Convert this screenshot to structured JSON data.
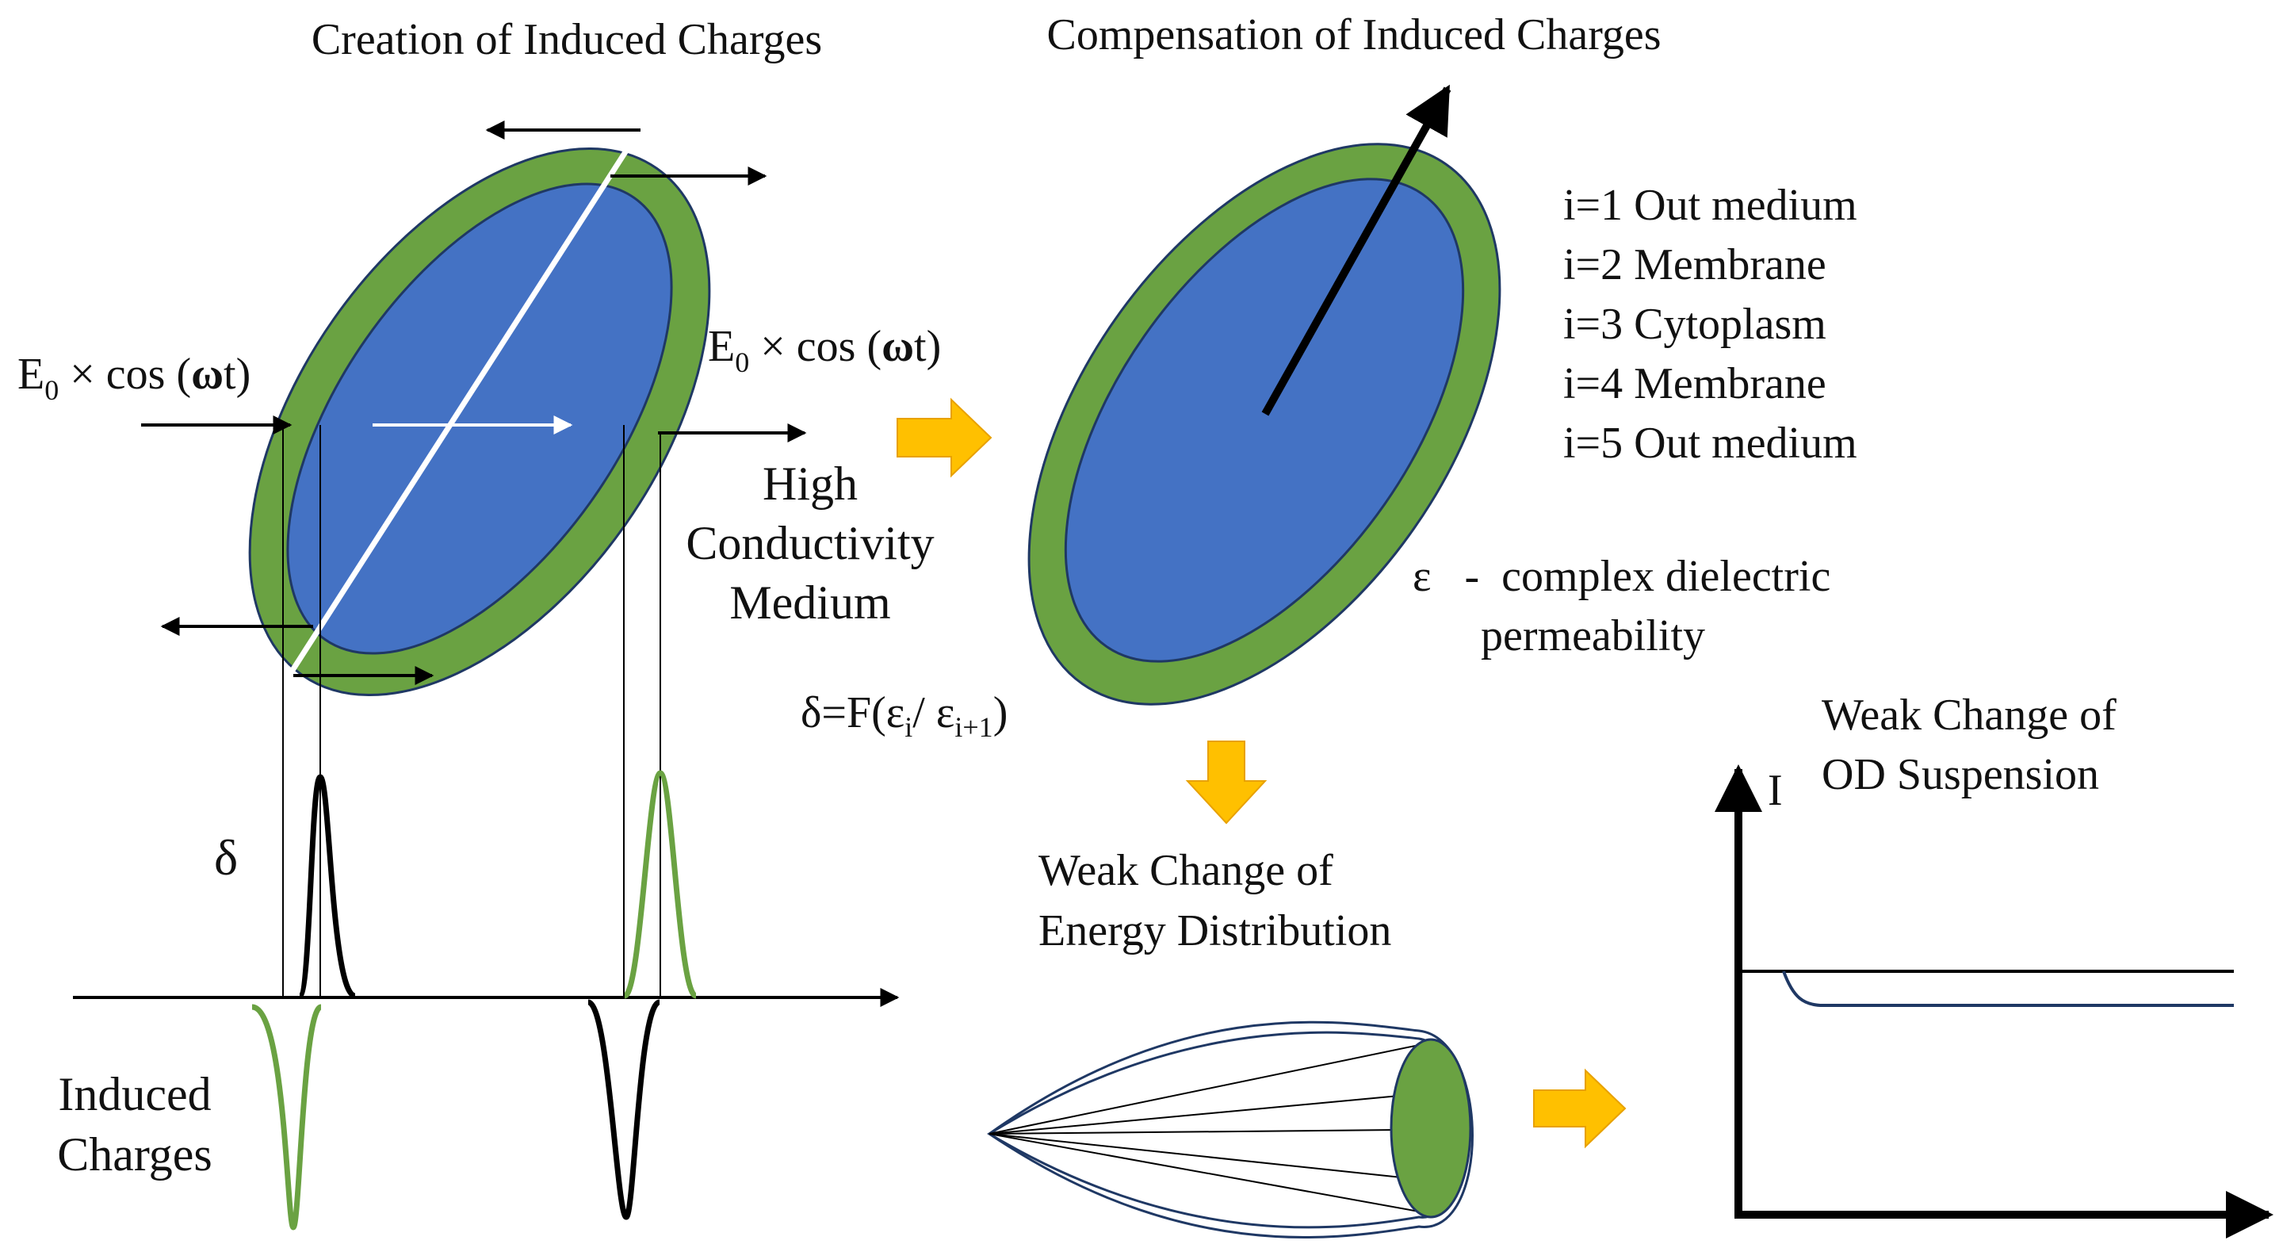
{
  "panels": {
    "creation": {
      "title": "Creation of Induced Charges",
      "field_left": {
        "main": "E",
        "sub": "0",
        "rest": " × cos (",
        "omega": "ω",
        "tail": "t)"
      },
      "field_right": {
        "main": "E",
        "sub": "0",
        "rest": " × cos (",
        "omega": "ω",
        "tail": "t)"
      },
      "medium_lines": [
        "High",
        "Conductivity",
        "Medium"
      ],
      "delta_symbol": "δ",
      "induced_lines": [
        "Induced",
        "Charges"
      ]
    },
    "compensation": {
      "title": "Compensation of Induced Charges",
      "legend": [
        "i=1 Out medium",
        "i=2 Membrane",
        "i=3 Cytoplasm",
        "i=4 Membrane",
        "i=5 Out medium"
      ],
      "epsilon_line1": "ε   -  complex dielectric",
      "epsilon_line2": "permeability",
      "formula": {
        "prefix": "δ=F(ε",
        "sub1": "i",
        "mid": "/ ε",
        "sub2": "i+1",
        "suffix": ")"
      }
    },
    "energy": {
      "lines": [
        "Weak Change of",
        "Energy Distribution"
      ]
    },
    "od": {
      "lines": [
        "Weak Change of",
        "OD Suspension"
      ],
      "axis_label": "I"
    }
  },
  "colors": {
    "membrane": "#6aa242",
    "cytoplasm": "#4472c4",
    "outline": "#1f3864",
    "arrow_fill": "#ffc000",
    "arrow_stroke": "#e8a100",
    "line": "#000000"
  }
}
